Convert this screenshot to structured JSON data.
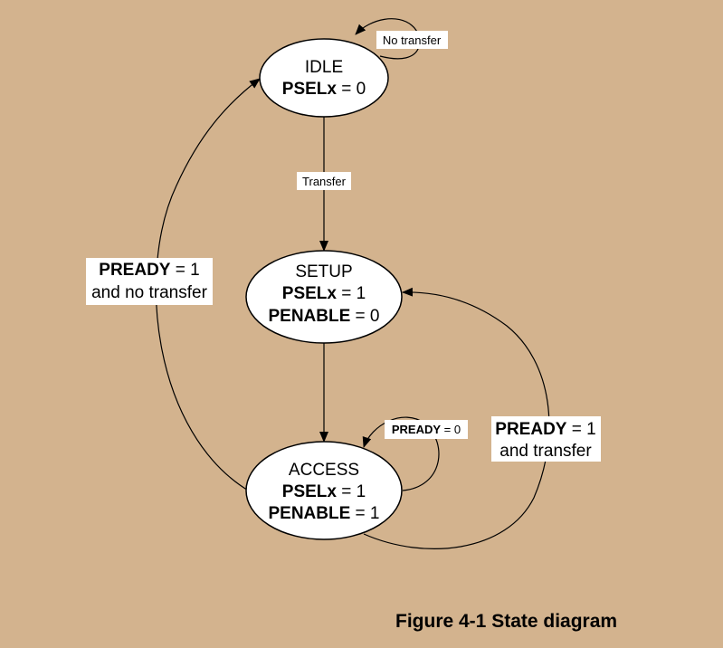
{
  "states": {
    "idle": {
      "name": "IDLE",
      "line2": {
        "signal": "PSELx",
        "value": " = 0"
      }
    },
    "setup": {
      "name": "SETUP",
      "line2": {
        "signal": "PSELx",
        "value": " = 1"
      },
      "line3": {
        "signal": "PENABLE",
        "value": " = 0"
      }
    },
    "access": {
      "name": "ACCESS",
      "line2": {
        "signal": "PSELx",
        "value": " = 1"
      },
      "line3": {
        "signal": "PENABLE",
        "value": " = 1"
      }
    }
  },
  "transitions": {
    "idle_self": "No transfer",
    "idle_to_setup": "Transfer",
    "access_self": {
      "signal": "PREADY",
      "value": " = 0"
    },
    "access_to_idle": {
      "signal": "PREADY",
      "value": " = 1",
      "line2": "and no transfer"
    },
    "access_to_setup": {
      "signal": "PREADY",
      "value": " = 1",
      "line2": "and transfer"
    }
  },
  "caption": "Figure 4-1 State diagram"
}
